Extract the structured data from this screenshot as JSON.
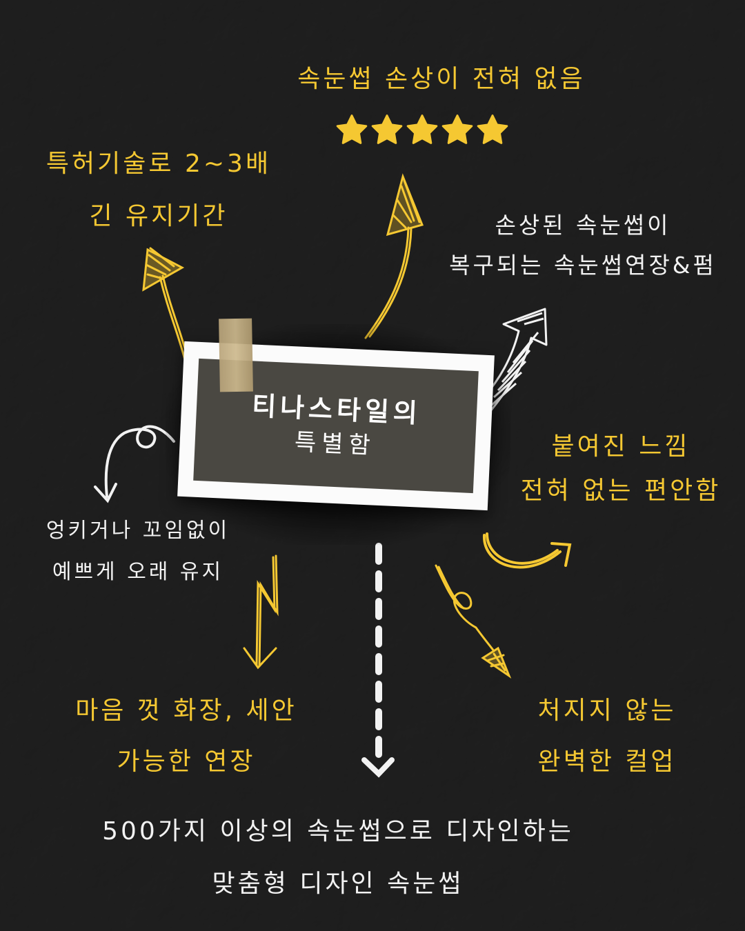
{
  "title_card": {
    "line1": "티나스타일의",
    "line2": "특별함"
  },
  "features": {
    "top_center": "속눈썹 손상이 전혀 없음",
    "top_left": [
      "특허기술로 2~3배",
      "긴 유지기간"
    ],
    "top_right": [
      "손상된 속눈썹이",
      "복구되는 속눈썹연장&펌"
    ],
    "middle_right": [
      "붙여진 느낌",
      "전혀 없는 편안함"
    ],
    "middle_left": [
      "엉키거나 꼬임없이",
      "예쁘게 오래 유지"
    ],
    "bottom_left": [
      "마음 껏 화장, 세안",
      "가능한 연장"
    ],
    "bottom_right": [
      "처지지 않는",
      "완벽한 컬업"
    ],
    "bottom_center": [
      "500가지 이상의 속눈썹으로 디자인하는",
      "맞춤형 디자인 속눈썹"
    ]
  },
  "rating": {
    "stars": 5,
    "max": 5,
    "color": "#f5c832"
  },
  "colors": {
    "accent": "#f5c832",
    "background": "#1b1b1b",
    "card": "#4a4842",
    "text": "#f2f2f2"
  }
}
